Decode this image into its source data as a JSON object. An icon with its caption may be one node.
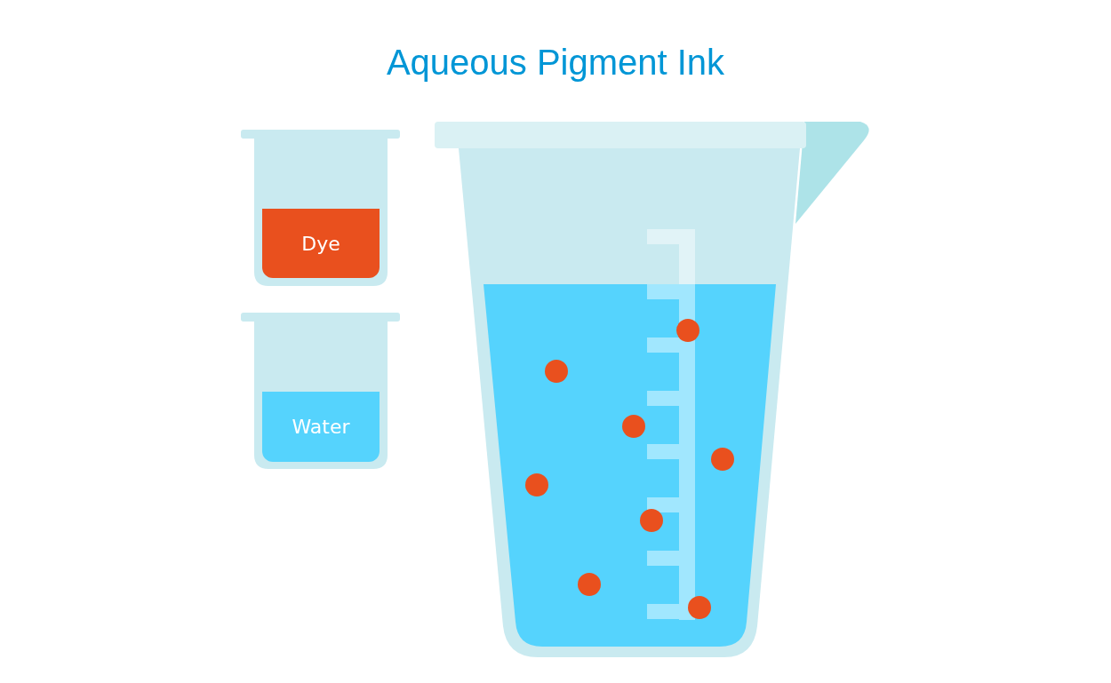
{
  "diagram": {
    "title": "Aqueous Pigment Ink",
    "nodes": [
      {
        "text": [
          "Dye"
        ]
      },
      {
        "text": [
          "Water"
        ]
      }
    ]
  }
}
